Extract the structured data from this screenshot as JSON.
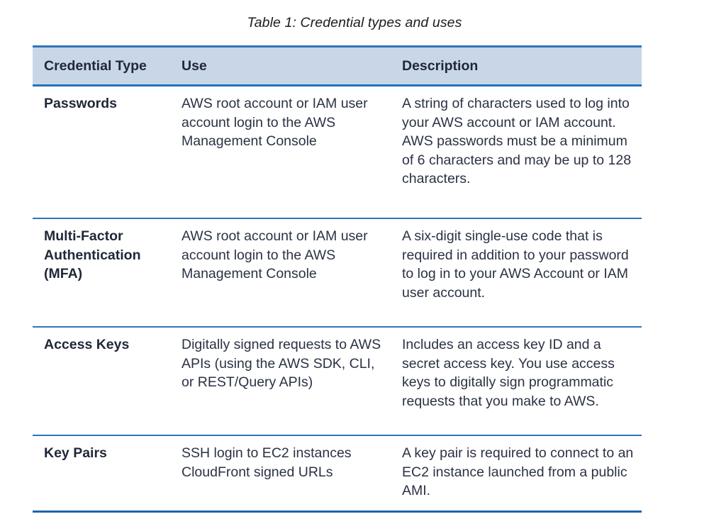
{
  "caption": "Table 1: Credential types and uses",
  "colors": {
    "header_fill": "#c9d6e8",
    "rule": "#2e75b6",
    "bottom_rule": "#1f63a8",
    "text": "#2b3244",
    "heading_text": "#1f2738",
    "page_background": "#ffffff"
  },
  "table": {
    "columns": [
      {
        "key": "credential_type",
        "label": "Credential Type"
      },
      {
        "key": "use",
        "label": "Use"
      },
      {
        "key": "description",
        "label": "Description"
      }
    ],
    "rows": [
      {
        "credential_type": "Passwords",
        "use": "AWS root account or IAM user account login to the AWS Management Console",
        "description": "A string of characters used to log into your AWS account or IAM account. AWS passwords must be a minimum of 6 characters and may be up to 128 characters."
      },
      {
        "credential_type": "Multi-Factor Authentication (MFA)",
        "use": "AWS root account or IAM user account login to the AWS Management Console",
        "description": "A six-digit single-use code that is required in addition to your password to log in to your AWS Account or IAM user account."
      },
      {
        "credential_type": "Access Keys",
        "use": "Digitally signed requests to AWS APIs (using the AWS SDK, CLI, or REST/Query APIs)",
        "description": "Includes an access key ID and a secret access key. You use access keys to digitally sign programmatic requests that you make to AWS."
      },
      {
        "credential_type": "Key Pairs",
        "use": "SSH login to EC2 instances CloudFront signed URLs",
        "description": "A key pair is required to connect to an EC2 instance launched from a public AMI."
      }
    ]
  }
}
